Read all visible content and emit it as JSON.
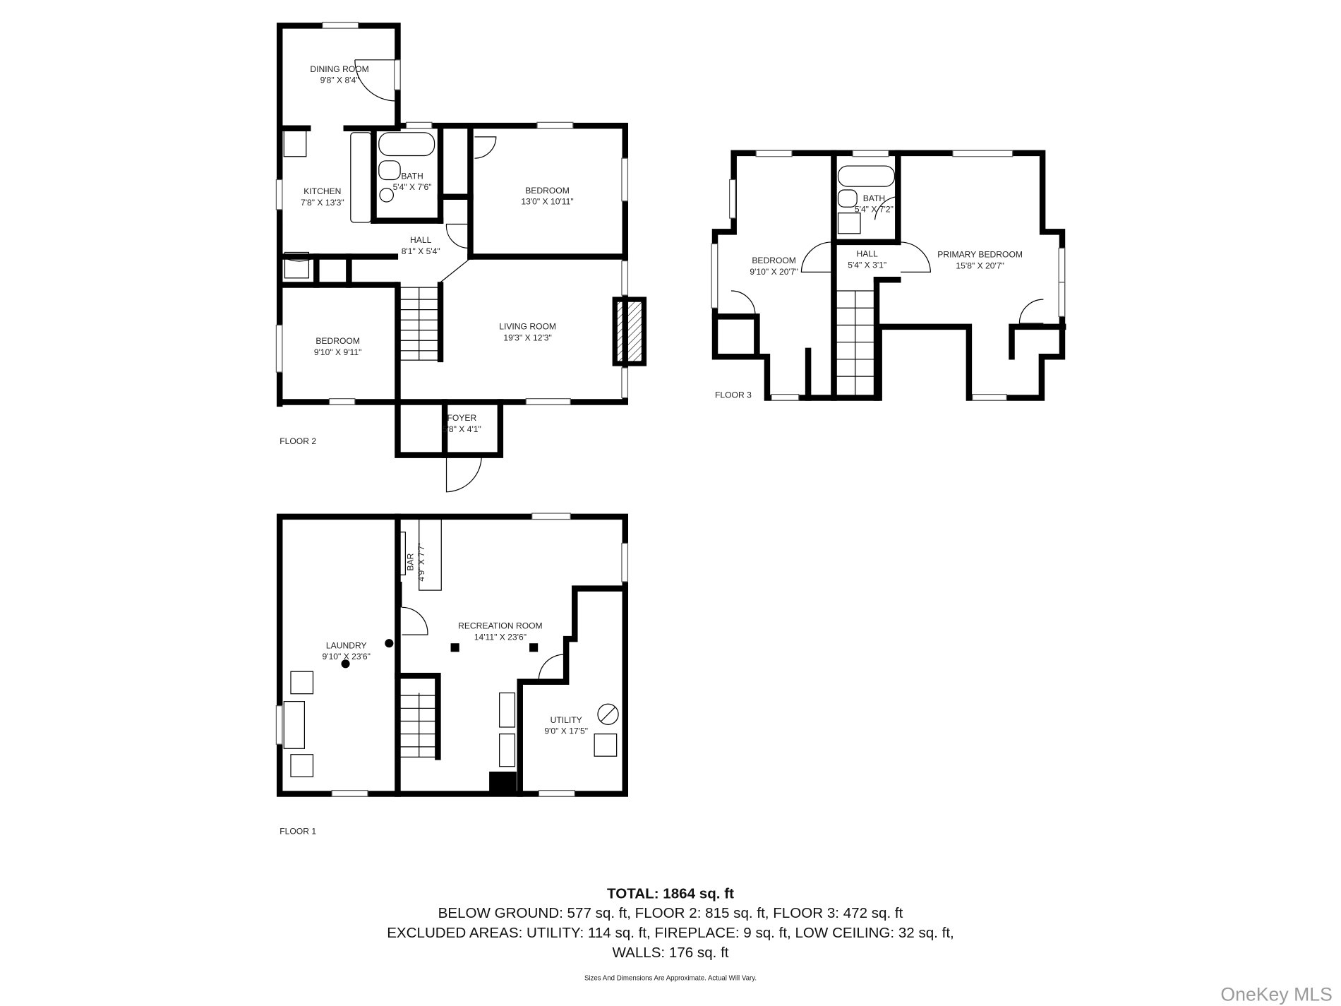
{
  "floors": {
    "floor2": {
      "label": "FLOOR 2",
      "rooms": [
        {
          "name": "DINING ROOM",
          "dims": "9'8\" X 8'4\""
        },
        {
          "name": "KITCHEN",
          "dims": "7'8\" X 13'3\""
        },
        {
          "name": "BATH",
          "dims": "5'4\" X 7'6\""
        },
        {
          "name": "BEDROOM",
          "dims": "13'0\" X 10'11\""
        },
        {
          "name": "HALL",
          "dims": "8'1\" X 5'4\""
        },
        {
          "name": "BEDROOM",
          "dims": "9'10\" X 9'11\""
        },
        {
          "name": "LIVING ROOM",
          "dims": "19'3\" X 12'3\""
        },
        {
          "name": "FOYER",
          "dims": "5'8\" X 4'1\""
        }
      ]
    },
    "floor3": {
      "label": "FLOOR 3",
      "rooms": [
        {
          "name": "BEDROOM",
          "dims": "9'10\" X 20'7\""
        },
        {
          "name": "BATH",
          "dims": "5'4\" X 7'2\""
        },
        {
          "name": "HALL",
          "dims": "5'4\" X 3'1\""
        },
        {
          "name": "PRIMARY BEDROOM",
          "dims": "15'8\" X 20'7\""
        }
      ]
    },
    "floor1": {
      "label": "FLOOR 1",
      "rooms": [
        {
          "name": "BAR",
          "dims": "4'9\" X 7'7\""
        },
        {
          "name": "RECREATION ROOM",
          "dims": "14'11\" X 23'6\""
        },
        {
          "name": "LAUNDRY",
          "dims": "9'10\" X 23'6\""
        },
        {
          "name": "UTILITY",
          "dims": "9'0\" X 17'5\""
        }
      ]
    }
  },
  "summary": {
    "total": "TOTAL: 1864 sq. ft",
    "line1": "BELOW GROUND: 577 sq. ft, FLOOR 2: 815 sq. ft, FLOOR 3: 472 sq. ft",
    "line2": "EXCLUDED AREAS: UTILITY: 114 sq. ft, FIREPLACE: 9 sq. ft, LOW CEILING: 32 sq. ft,",
    "line3": "WALLS: 176 sq. ft",
    "disclaimer": "Sizes And Dimensions Are Approximate. Actual Will Vary."
  },
  "watermark": "OneKey MLS"
}
